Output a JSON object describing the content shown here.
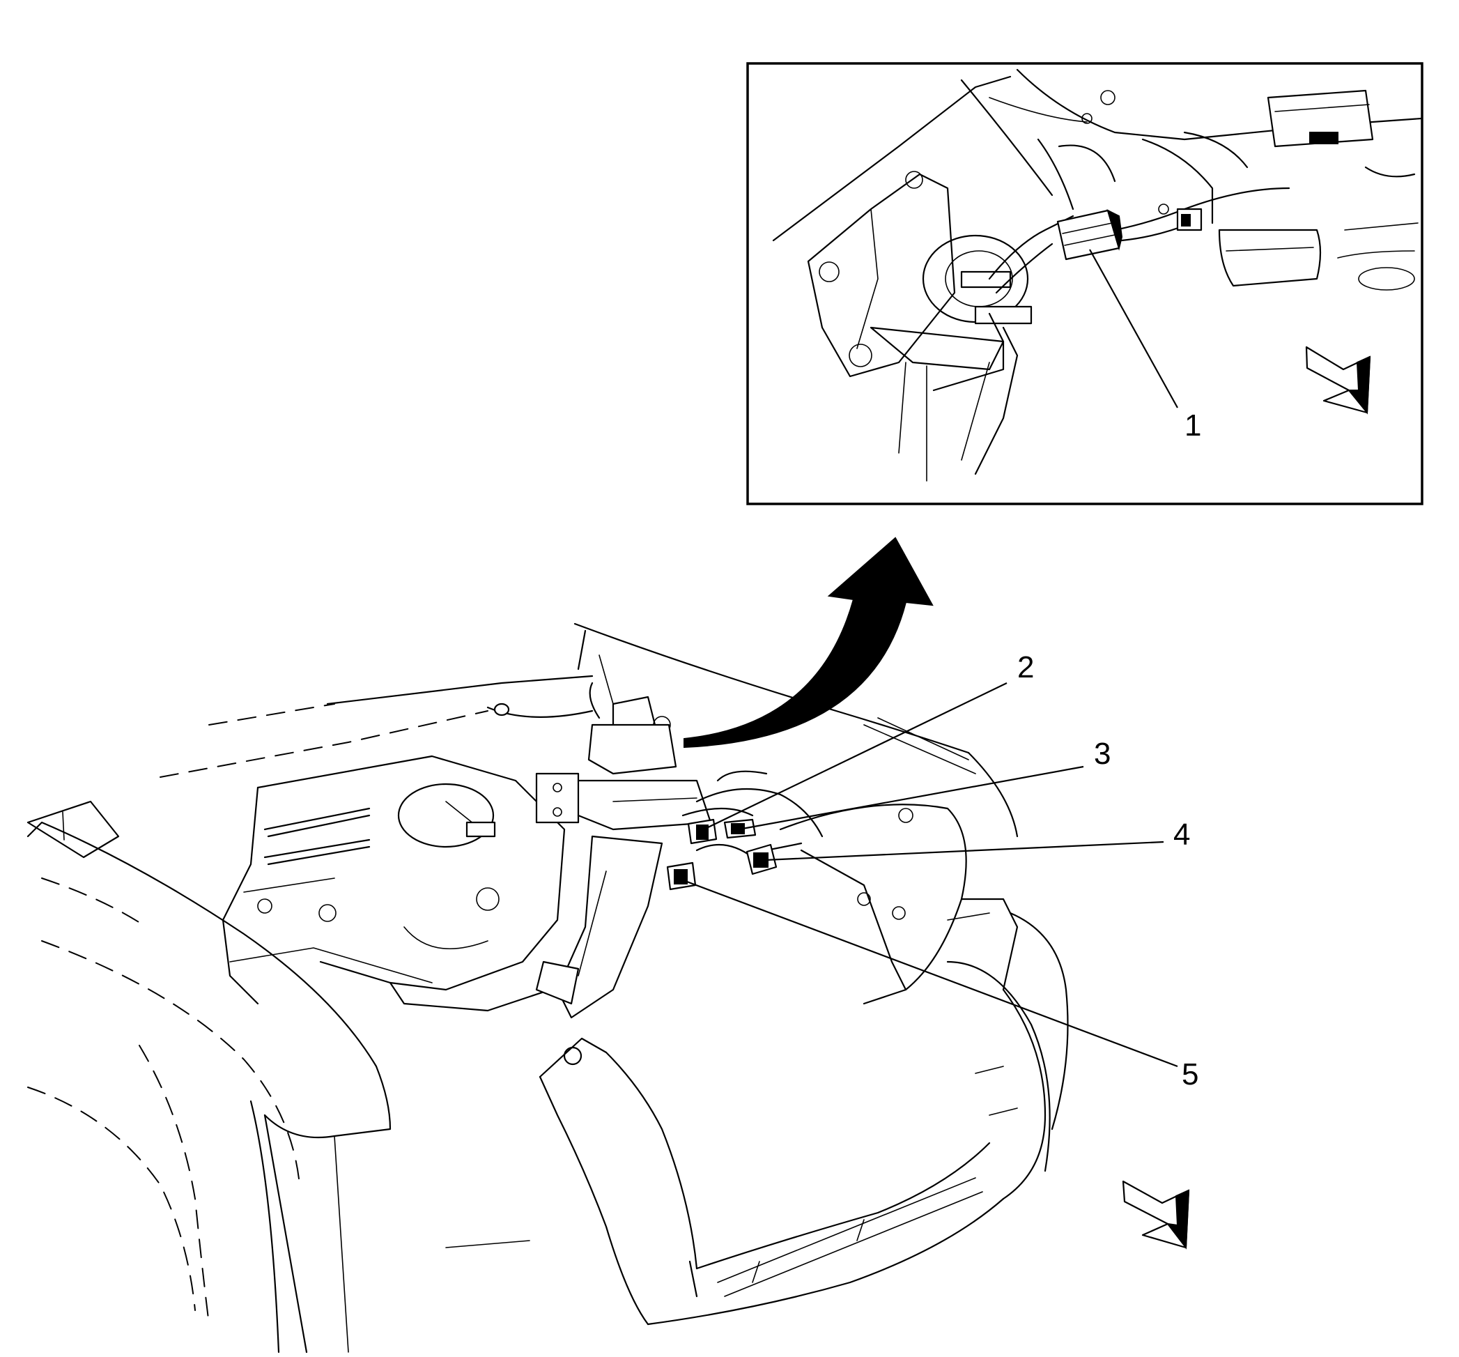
{
  "callouts": [
    {
      "id": "1",
      "label": "1"
    },
    {
      "id": "2",
      "label": "2"
    },
    {
      "id": "3",
      "label": "3"
    },
    {
      "id": "4",
      "label": "4"
    },
    {
      "id": "5",
      "label": "5"
    }
  ],
  "icons": {
    "inset_direction": "front-arrow-icon",
    "main_direction": "front-arrow-icon",
    "detail_pointer": "curved-arrow-icon"
  },
  "colors": {
    "line": "#000000",
    "background": "#ffffff"
  }
}
